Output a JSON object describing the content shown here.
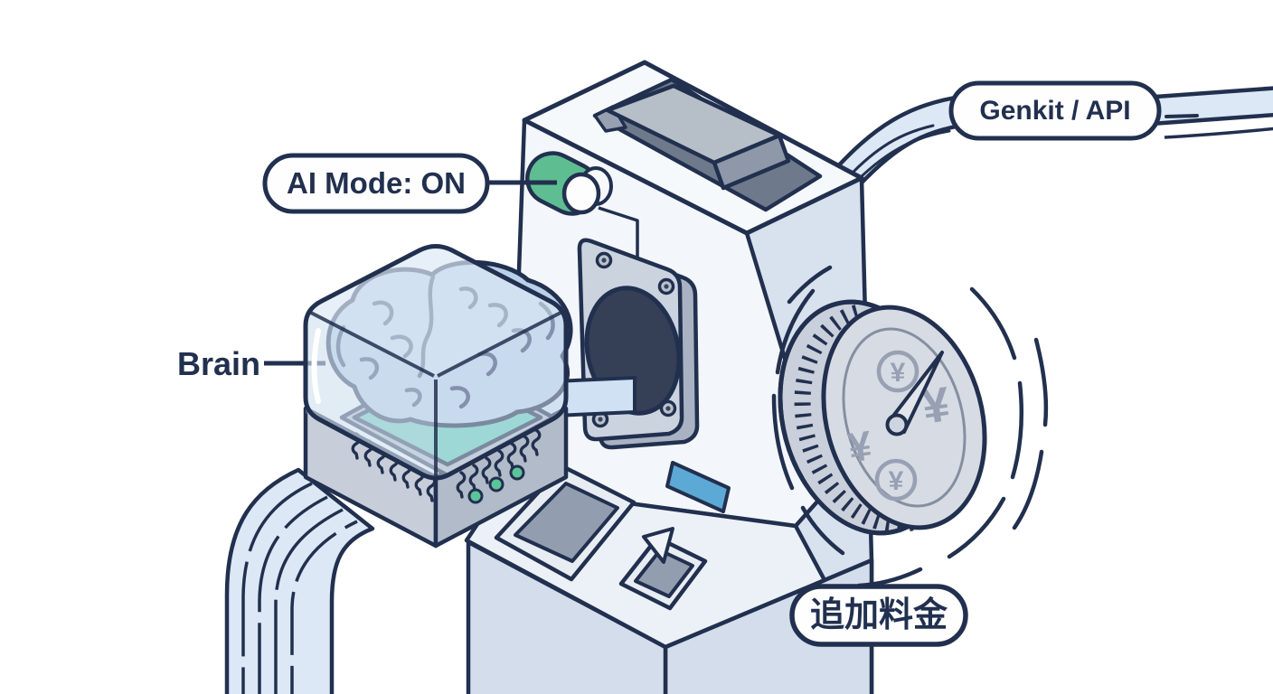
{
  "labels": {
    "ai_mode": "AI Mode: ON",
    "brain": "Brain",
    "api_pipe": "Genkit / API",
    "extra_fee": "追加料金"
  },
  "coin": {
    "symbols": {
      "top": "¥",
      "bottom": "¥",
      "left": "¥",
      "right": "¥"
    }
  },
  "toggle": {
    "state": "on"
  },
  "colors": {
    "outline_navy": "#22304f",
    "toggle_green": "#5fbd92",
    "chip_teal": "#66ccba",
    "indicator_teal": "#5bc49b",
    "card_slot_blue": "#5da9d6",
    "cable_blue": "#dce8f5",
    "machine_side_blue": "#d8e1ee",
    "brain_blue": "#bad0e9",
    "coin_gray": "#d7dce4",
    "yen_gray": "#98a1b3",
    "background": "#ffffff"
  }
}
